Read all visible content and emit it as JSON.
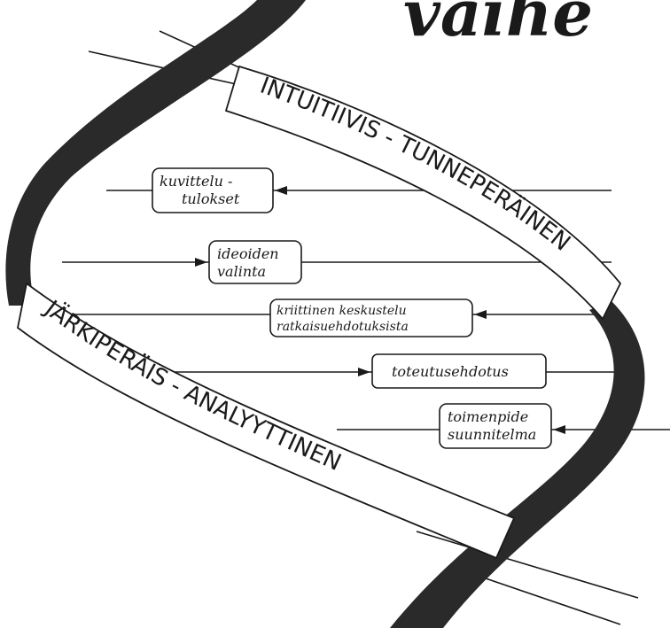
{
  "title": "vaihe",
  "band_labels": {
    "upper": "INTUITIIVIS - TUNNEPERÄINEN",
    "lower": "JÄRKIPERÄIS - ANALYYTTINEN"
  },
  "boxes": [
    {
      "lines": [
        "kuvittelu -",
        "tulokset"
      ],
      "arrow": "left"
    },
    {
      "lines": [
        "ideoiden",
        "valinta"
      ],
      "arrow": "right"
    },
    {
      "lines": [
        "kriittinen keskustelu",
        "ratkaisuehdotuksista"
      ],
      "arrow": "left"
    },
    {
      "lines": [
        "toteutusehdotus"
      ],
      "arrow": "right"
    },
    {
      "lines": [
        "toimenpide",
        "suunnitelma"
      ],
      "arrow": "left"
    }
  ]
}
